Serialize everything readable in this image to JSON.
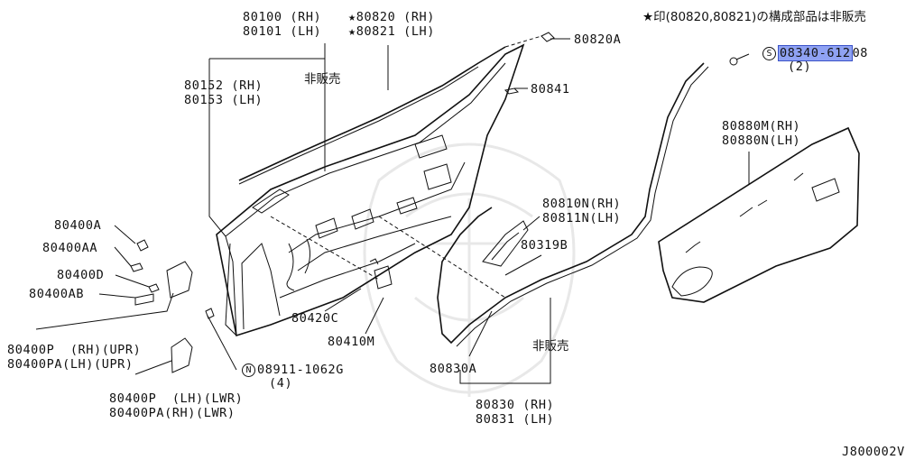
{
  "note": {
    "text": "★印(80820,80821)の構成部品は非販売"
  },
  "labels": {
    "p80100": "80100 (RH)",
    "p80101": "80101 (LH)",
    "p80820": "★80820 (RH)",
    "p80821": "★80821 (LH)",
    "p80820A": "80820A",
    "p80152": "80152 (RH)",
    "p80153": "80153 (LH)",
    "not_sold_1": "非販売",
    "p80841": "80841",
    "p08340_prefix": "S",
    "p08340_highlight": "08340-612",
    "p08340_tail": "08",
    "p08340_qty": "(2)",
    "p80880M": "80880M(RH)",
    "p80880N": "80880N(LH)",
    "p80400A": "80400A",
    "p80400AA": "80400AA",
    "p80400D": "80400D",
    "p80400AB": "80400AB",
    "p80810N": "80810N(RH)",
    "p80811N": "80811N(LH)",
    "p80319B": "80319B",
    "p80420C": "80420C",
    "p80410M": "80410M",
    "p80400P_upr": "80400P  (RH)(UPR)",
    "p80400PA_upr": "80400PA(LH)(UPR)",
    "p08911_prefix": "N",
    "p08911": "08911-1062G",
    "p08911_qty": "(4)",
    "not_sold_2": "非販売",
    "p80830A": "80830A",
    "p80400P_lwr": "80400P  (LH)(LWR)",
    "p80400PA_lwr": "80400PA(RH)(LWR)",
    "p80830": "80830 (RH)",
    "p80831": "80831 (LH)",
    "diagram_id": "J800002V"
  },
  "colors": {
    "highlight": "#8fa2f3",
    "line": "#111111"
  }
}
